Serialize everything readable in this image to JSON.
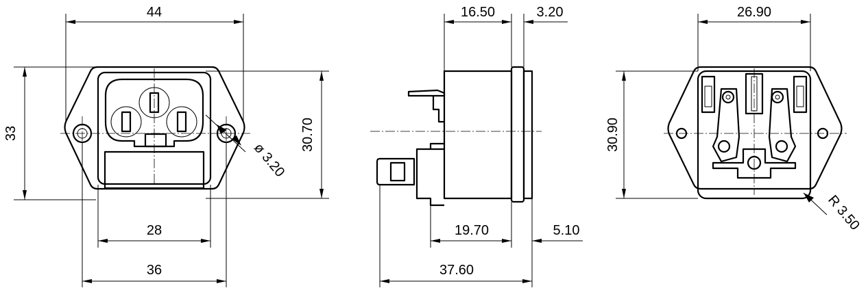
{
  "front_view": {
    "dims": {
      "width_overall": "44",
      "height_overall": "33",
      "height_inner": "30.70",
      "hole_diameter": "ø 3.20",
      "width_inner": "28",
      "width_mount": "36"
    }
  },
  "side_view": {
    "dims": {
      "top_left": "16.50",
      "top_right": "3.20",
      "bottom_left": "19.70",
      "bottom_right": "5.10",
      "total_depth": "37.60"
    }
  },
  "rear_view": {
    "dims": {
      "width": "26.90",
      "height": "30.90",
      "radius": "R 3.50"
    }
  }
}
